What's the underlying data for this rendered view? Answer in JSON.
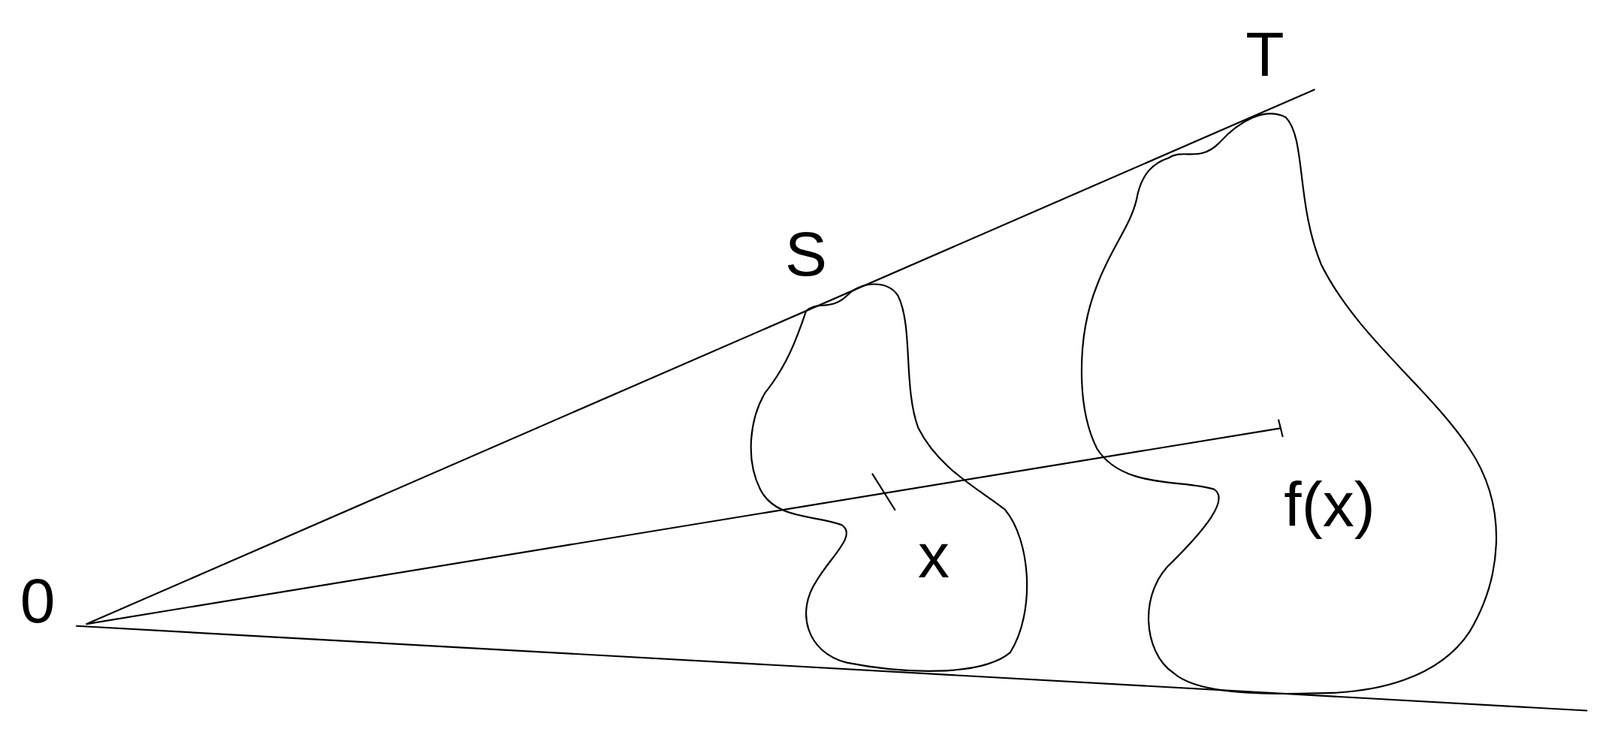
{
  "diagram": {
    "labels": [
      "T",
      "S",
      "0",
      "x",
      "f(x)"
    ]
  }
}
